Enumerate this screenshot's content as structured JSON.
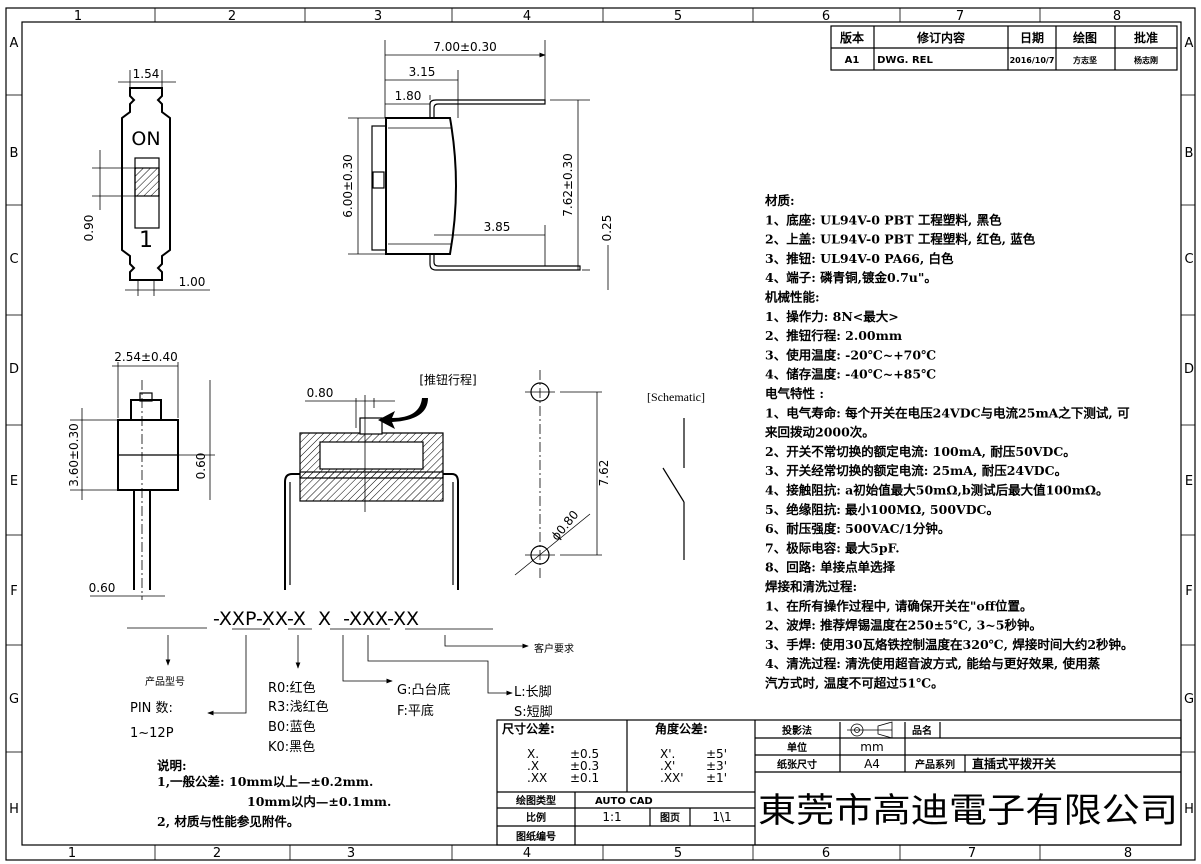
{
  "grid": {
    "columns": [
      "1",
      "2",
      "3",
      "4",
      "5",
      "6",
      "7",
      "8"
    ],
    "rows": [
      "A",
      "B",
      "C",
      "D",
      "E",
      "F",
      "G",
      "H"
    ]
  },
  "revision_table": {
    "headers": [
      "版本",
      "修订内容",
      "日期",
      "绘图",
      "批准"
    ],
    "row": [
      "A1",
      "DWG. REL",
      "2016/10/7",
      "方志坚",
      "杨志刚"
    ]
  },
  "top_view": {
    "on_label": "ON",
    "one_label": "1",
    "dim_width": "1.54",
    "dim_slider": "0.90",
    "dim_lead": "1.00"
  },
  "side_view": {
    "dim_length": "7.00±0.30",
    "dim_a": "3.15",
    "dim_b": "1.80",
    "dim_height": "6.00±0.30",
    "dim_total": "7.62±0.30",
    "dim_c": "3.85",
    "dim_thick": "0.25"
  },
  "front_view": {
    "dim_width": "2.54±0.40",
    "dim_height": "3.60±0.30",
    "dim_button": "0.60",
    "dim_lead": "0.60"
  },
  "section_view": {
    "dim_travel": "0.80",
    "label": "[推钮行程]"
  },
  "hole_pattern": {
    "dim_pitch": "7.62",
    "dim_hole": "ϕ0.80"
  },
  "schematic": {
    "label": "[Schematic]"
  },
  "part_number": {
    "code": "-XXP-XX-X  X  -XXX-XX",
    "product_model": "产品型号",
    "pin_label": "PIN  数:",
    "pin_range": "1~12P",
    "colors": [
      "R0:红色",
      "R3:浅红色",
      "B0:蓝色",
      "K0:黑色"
    ],
    "base": [
      "G:凸台底",
      "F:平底"
    ],
    "legs": [
      "L:长脚",
      "S:短脚"
    ],
    "customer": "客户要求"
  },
  "notes": {
    "title": "说明:",
    "lines": [
      "1,一般公差: 10mm以上—±0.2mm.",
      "10mm以内—±0.1mm.",
      "2, 材质与性能参见附件。"
    ]
  },
  "specs": [
    "材质:",
    "1、底座: UL94V-0 PBT 工程塑料, 黑色",
    "2、上盖: UL94V-0 PBT 工程塑料, 红色, 蓝色",
    "3、推钮: UL94V-0 PA66, 白色",
    "4、端子: 磷青铜,镀金0.7u\"。",
    "机械性能:",
    "1、操作力: 8N<最大>",
    "2、推钮行程: 2.00mm",
    "3、使用温度: -20℃~+70℃",
    "4、储存温度: -40℃~+85℃",
    "电气特性 :",
    "1、电气寿命: 每个开关在电压24VDC与电流25mA之下测试, 可",
    "   来回拨动2000次。",
    "2、开关不常切换的额定电流: 100mA, 耐压50VDC。",
    "3、开关经常切换的额定电流: 25mA, 耐压24VDC。",
    "4、接触阻抗: a初始值最大50mΩ,b测试后最大值100mΩ。",
    "5、绝缘阻抗: 最小100MΩ, 500VDC。",
    "6、耐压强度: 500VAC/1分钟。",
    "7、极际电容: 最大5pF.",
    "8、回路: 单接点单选择",
    "焊接和清洗过程:",
    "1、在所有操作过程中, 请确保开关在\"off位置。",
    "2、波焊: 推荐焊锡温度在250±5℃, 3~5秒钟。",
    "3、手焊: 使用30瓦烙铁控制温度在320℃, 焊接时间大约2秒钟。",
    "4、清洗过程: 清洗使用超音波方式, 能给与更好效果, 使用蒸",
    "   汽方式时, 温度不可超过51℃。"
  ],
  "title_block": {
    "dim_tol_label": "尺寸公差:",
    "angle_tol_label": "角度公差:",
    "dim_tol": [
      [
        "X.",
        "±0.5"
      ],
      [
        ".X",
        "±0.3"
      ],
      [
        ".XX",
        "±0.1"
      ]
    ],
    "angle_tol": [
      [
        "X'.",
        "±5'"
      ],
      [
        ".X'",
        "±3'"
      ],
      [
        ".XX'",
        "±1'"
      ]
    ],
    "drawing_type_label": "绘图类型",
    "drawing_type": "AUTO CAD",
    "scale_label": "比例",
    "scale": "1:1",
    "page_label": "图页",
    "page": "1\\1",
    "drawing_no_label": "图纸编号",
    "projection_label": "投影法",
    "unit_label": "单位",
    "unit": "mm",
    "paper_label": "纸张尺寸",
    "paper": "A4",
    "name_label": "品名",
    "series_label": "产品系列",
    "series": "直插式平拨开关",
    "company": "東莞市高迪電子有限公司"
  }
}
